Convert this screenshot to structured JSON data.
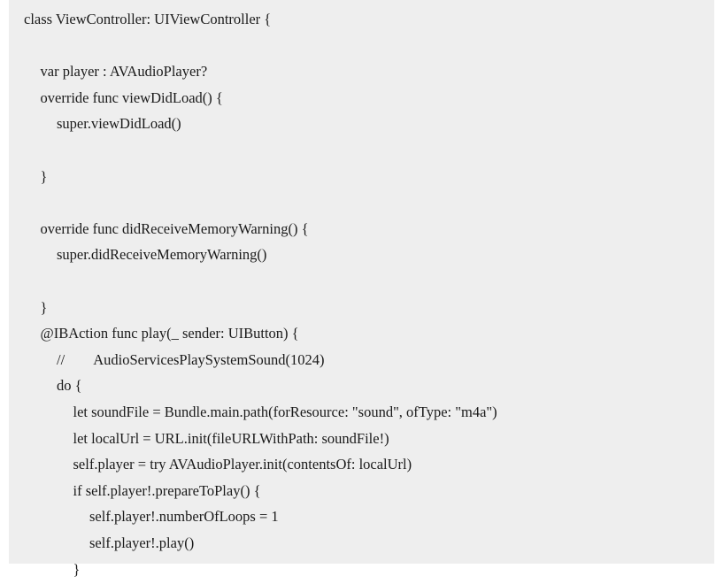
{
  "code": {
    "lines": [
      {
        "indent": 0,
        "text": "class ViewController: UIViewController {"
      },
      {
        "indent": 0,
        "text": ""
      },
      {
        "indent": 1,
        "text": "var player : AVAudioPlayer?"
      },
      {
        "indent": 1,
        "text": "override func viewDidLoad() {"
      },
      {
        "indent": 2,
        "text": "super.viewDidLoad()"
      },
      {
        "indent": 0,
        "text": ""
      },
      {
        "indent": 1,
        "text": "}"
      },
      {
        "indent": 0,
        "text": ""
      },
      {
        "indent": 1,
        "text": "override func didReceiveMemoryWarning() {"
      },
      {
        "indent": 2,
        "text": "super.didReceiveMemoryWarning()"
      },
      {
        "indent": 0,
        "text": ""
      },
      {
        "indent": 1,
        "text": "}"
      },
      {
        "indent": 1,
        "text": "@IBAction func play(_ sender: UIButton) {"
      },
      {
        "indent": 2,
        "text": "//        AudioServicesPlaySystemSound(1024)"
      },
      {
        "indent": 2,
        "text": "do {"
      },
      {
        "indent": 3,
        "text": "let soundFile = Bundle.main.path(forResource: \"sound\", ofType: \"m4a\")"
      },
      {
        "indent": 3,
        "text": "let localUrl = URL.init(fileURLWithPath: soundFile!)"
      },
      {
        "indent": 3,
        "text": "self.player = try AVAudioPlayer.init(contentsOf: localUrl)"
      },
      {
        "indent": 3,
        "text": "if self.player!.prepareToPlay() {"
      },
      {
        "indent": 4,
        "text": "self.player!.numberOfLoops = 1"
      },
      {
        "indent": 4,
        "text": "self.player!.play()"
      },
      {
        "indent": 3,
        "text": "}"
      }
    ]
  }
}
